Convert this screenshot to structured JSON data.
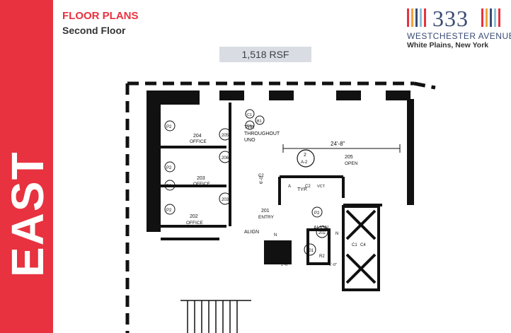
{
  "header": {
    "title": "FLOOR PLANS",
    "subtitle": "Second Floor"
  },
  "side_label": "EAST",
  "area_badge": "1,518 RSF",
  "logo": {
    "number": "333",
    "street": "WESTCHESTER AVENUE",
    "city": "White Plains, New York"
  },
  "plan": {
    "rooms": [
      {
        "number": "204",
        "name": "OFFICE"
      },
      {
        "number": "203",
        "name": "OFFICE"
      },
      {
        "number": "202",
        "name": "OFFICE"
      },
      {
        "number": "201",
        "name": "ENTRY"
      },
      {
        "number": "205",
        "name": "OPEN"
      }
    ],
    "dimension": "24'-8\"",
    "dimension_vertical": "6'-0\"",
    "note_typ": "TYP.",
    "note_throughout": "THROUGHOUT",
    "note_uno": "UNO",
    "align_labels": [
      "ALIGN",
      "ALIGN"
    ],
    "section_tag": {
      "top": "2",
      "bottom": "A-2"
    },
    "tags": [
      "P2",
      "P2",
      "P2",
      "P2",
      "C1",
      "B1",
      "P1",
      "C2",
      "C2",
      "A",
      "VCT",
      "P2",
      "R2",
      "N",
      "N",
      "C1",
      "C4"
    ],
    "doors": [
      "205",
      "206",
      "203",
      "202",
      "201"
    ],
    "dim_small": [
      "1'-6\"",
      "1'-0\""
    ],
    "colors": {
      "accent": "#e8323f",
      "badge": "#d9dde3",
      "logo_blue": "#3a4a73"
    }
  }
}
